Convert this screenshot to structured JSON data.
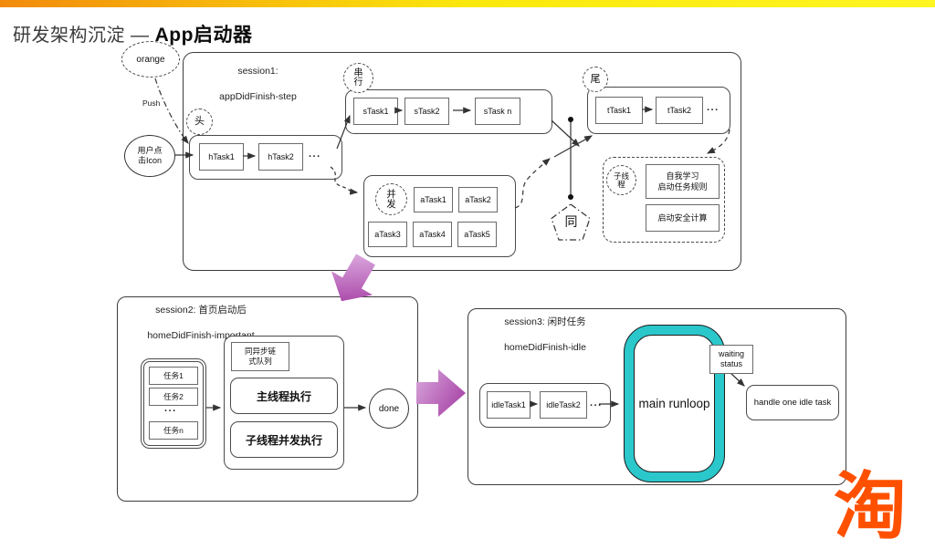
{
  "page": {
    "title_prefix": "研发架构沉淀 —",
    "title_emphasis": "App启动器",
    "logo": "淘"
  },
  "colors": {
    "top_bar_left": "#F28A0C",
    "top_bar_right": "#FFF520",
    "teal": "#2AC7CB",
    "purple_light": "#DCAADF",
    "purple_dark": "#A53FA4",
    "logo_orange": "#FF5000"
  },
  "intro": {
    "orange_label": "orange",
    "push_label": "Push",
    "user_label": "用户点\n击Icon"
  },
  "session1": {
    "title_line1": "session1:",
    "title_line2": "appDidFinish-step",
    "head_badge": "头",
    "head_tasks": [
      "hTask1",
      "hTask2"
    ],
    "head_ellipsis": "...",
    "serial_badge": "串\n行",
    "serial_tasks": [
      "sTask1",
      "sTask2",
      "sTask n"
    ],
    "concurrent_badge": "并\n发",
    "concurrent_tasks": [
      "aTask1",
      "aTask2",
      "aTask3",
      "aTask4",
      "aTask5"
    ],
    "tail_badge": "尾",
    "tail_tasks": [
      "tTask1",
      "tTask2"
    ],
    "tail_ellipsis": "...",
    "sync_badge": "同",
    "subthread_badge": "子线\n程",
    "subthread_box1": "自我学习\n启动任务规则",
    "subthread_box2": "启动安全计算"
  },
  "session2": {
    "title_line1": "session2: 首页启动后",
    "title_line2": "homeDidFinish-important",
    "tasks": [
      "任务1",
      "任务2",
      "任务n"
    ],
    "tasks_ellipsis": "...",
    "queue_label": "同异步链\n式队列",
    "main_thread": "主线程执行",
    "sub_thread": "子线程并发执行",
    "done_label": "done"
  },
  "session3": {
    "title_line1": "session3: 闲时任务",
    "title_line2": "homeDidFinish-idle",
    "idle_tasks": [
      "idleTask1",
      "idleTask2"
    ],
    "idle_ellipsis": "...",
    "runloop_label": "main runloop",
    "waiting_label": "waiting\nstatus",
    "handle_label": "handle one idle task"
  }
}
